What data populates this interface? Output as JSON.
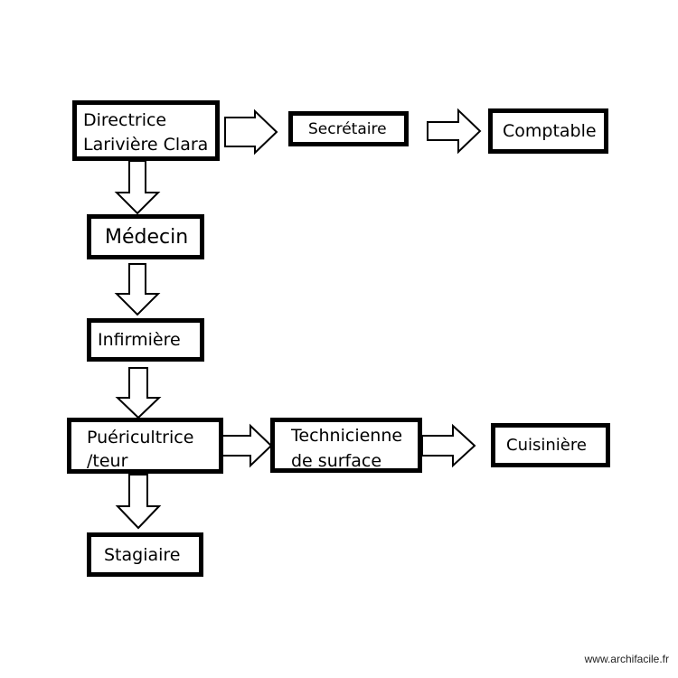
{
  "diagram": {
    "nodes": {
      "directrice": {
        "line1": "Directrice",
        "line2": "Larivière Clara"
      },
      "secretaire": {
        "label": "Secrétaire"
      },
      "comptable": {
        "label": "Comptable"
      },
      "medecin": {
        "label": "Médecin"
      },
      "infirmiere": {
        "label": "Infirmière"
      },
      "puericultrice": {
        "line1": "Puéricultrice",
        "line2": "/teur"
      },
      "technicienne": {
        "line1": "Technicienne",
        "line2": "de surface"
      },
      "cuisiniere": {
        "label": "Cuisinière"
      },
      "stagiaire": {
        "label": "Stagiaire"
      }
    },
    "edges": [
      {
        "from": "directrice",
        "to": "secretaire"
      },
      {
        "from": "secretaire",
        "to": "comptable"
      },
      {
        "from": "directrice",
        "to": "medecin"
      },
      {
        "from": "medecin",
        "to": "infirmiere"
      },
      {
        "from": "infirmiere",
        "to": "puericultrice"
      },
      {
        "from": "puericultrice",
        "to": "technicienne"
      },
      {
        "from": "technicienne",
        "to": "cuisiniere"
      },
      {
        "from": "puericultrice",
        "to": "stagiaire"
      }
    ]
  },
  "watermark": "www.archifacile.fr"
}
